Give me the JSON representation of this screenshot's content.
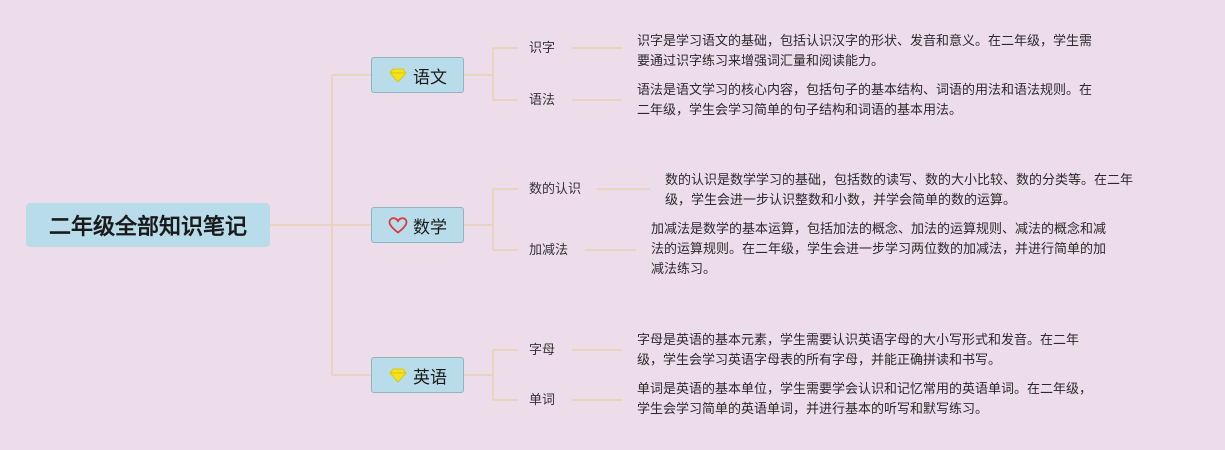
{
  "root": {
    "title": "二年级全部知识笔记"
  },
  "subjects": [
    {
      "label": "语文",
      "icon": "diamond-icon",
      "topics": [
        {
          "name": "识字",
          "text": "识字是学习语文的基础，包括认识汉字的形状、发音和意义。在二年级，学生需\n要通过识字练习来增强词汇量和阅读能力。"
        },
        {
          "name": "语法",
          "text": "语法是语文学习的核心内容，包括句子的基本结构、词语的用法和语法规则。在\n二年级，学生会学习简单的句子结构和词语的基本用法。"
        }
      ]
    },
    {
      "label": "数学",
      "icon": "heart-icon",
      "topics": [
        {
          "name": "数的认识",
          "text": "数的认识是数学学习的基础，包括数的读写、数的大小比较、数的分类等。在二年\n级，学生会进一步认识整数和小数，并学会简单的数的运算。"
        },
        {
          "name": "加减法",
          "text": "加减法是数学的基本运算，包括加法的概念、加法的运算规则、减法的概念和减\n法的运算规则。在二年级，学生会进一步学习两位数的加减法，并进行简单的加\n减法练习。"
        }
      ]
    },
    {
      "label": "英语",
      "icon": "diamond-icon",
      "topics": [
        {
          "name": "字母",
          "text": "字母是英语的基本元素，学生需要认识英语字母的大小写形式和发音。在二年\n级，学生会学习英语字母表的所有字母，并能正确拼读和书写。"
        },
        {
          "name": "单词",
          "text": "单词是英语的基本单位，学生需要学会认识和记忆常用的英语单词。在二年级，\n学生会学习简单的英语单词，并进行基本的听写和默写练习。"
        }
      ]
    }
  ]
}
